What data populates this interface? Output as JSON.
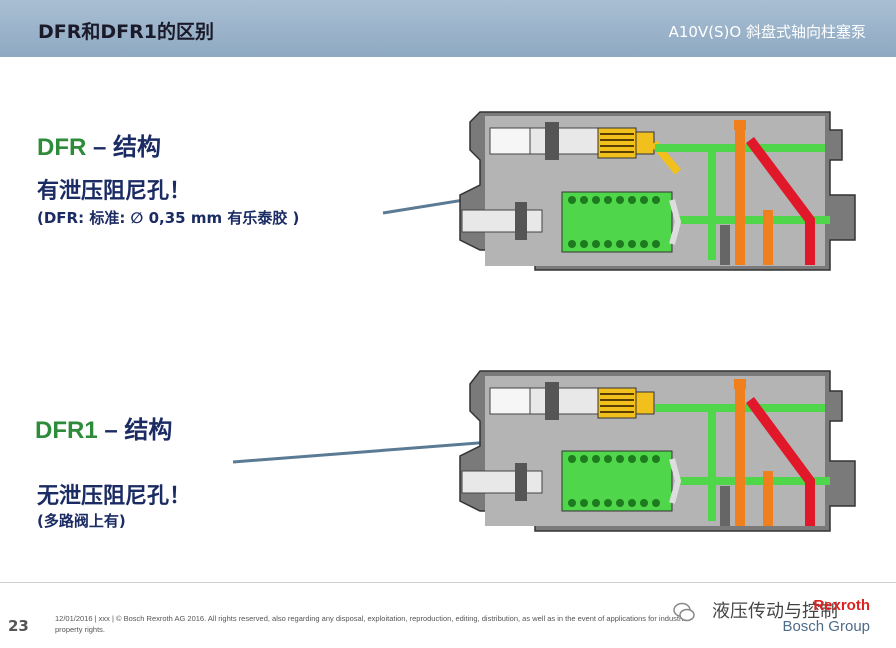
{
  "header": {
    "title": "DFR和DFR1的区别",
    "right_title": "A10V(S)O 斜盘式轴向柱塞泵"
  },
  "section_dfr": {
    "label_green": "DFR",
    "label_dark": " – 结构",
    "note_line1": "有泄压阻尼孔！",
    "note_line2": "(DFR: 标准: ∅ 0,35 mm 有乐泰胶 )"
  },
  "section_dfr1": {
    "label_green": "DFR1",
    "label_dark": " – 结构",
    "note_line1": "无泄压阻尼孔！",
    "note_line2": "(多路阀上有)"
  },
  "footer": {
    "page_number": "23",
    "legal_text": "12/01/2016 | xxx | © Bosch Rexroth AG 2016. All rights reserved, also regarding any disposal, exploitation, reproduction, editing, distribution, as well as in the event of applications for industrial property rights.",
    "watermark": "液压传动与控制",
    "brand": "Rexroth",
    "group": "Bosch Group"
  },
  "colors": {
    "header_bg": "#98b2c9",
    "label_green": "#2e8b3a",
    "text_navy": "#1b2b63",
    "arrow": "#5b7a93",
    "spring_yellow": "#f2c01c",
    "spool_green": "#4fd64a",
    "port_orange": "#f07f1e",
    "port_red": "#e0182a",
    "body_gray": "#8a8a8a"
  }
}
